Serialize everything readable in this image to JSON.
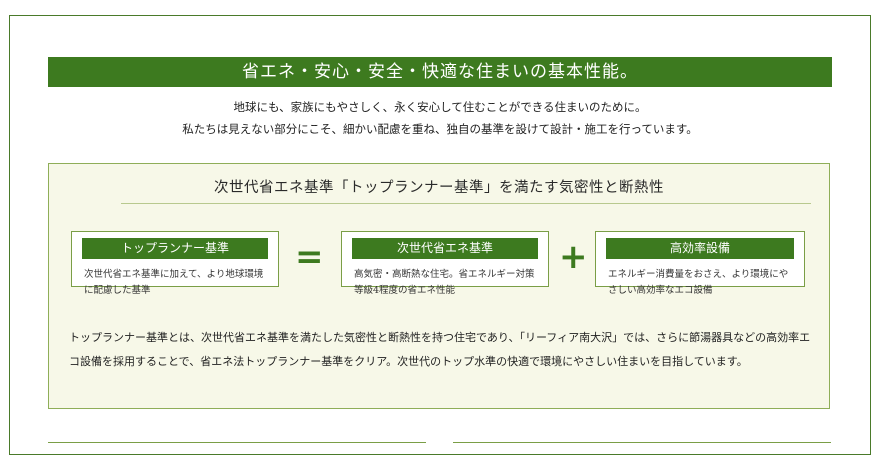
{
  "banner": {
    "title": "省エネ・安心・安全・快適な住まいの基本性能。"
  },
  "intro": {
    "line1": "地球にも、家族にもやさしく、永く安心して住むことができる住まいのために。",
    "line2": "私たちは見えない部分にこそ、細かい配慮を重ね、独自の基準を設けて設計・施工を行っています。"
  },
  "panel": {
    "title": "次世代省エネ基準「トップランナー基準」を満たす気密性と断熱性",
    "equals": "=",
    "plus": "+",
    "boxes": [
      {
        "heading": "トップランナー基準",
        "text": "次世代省エネ基準に加えて、より地球環境に配慮した基準"
      },
      {
        "heading": "次世代省エネ基準",
        "text": "高気密・高断熱な住宅。省エネルギー対策等級4程度の省エネ性能"
      },
      {
        "heading": "高効率設備",
        "text": "エネルギー消費量をおさえ、より環境にやさしい高効率なエコ設備"
      }
    ],
    "summary": "トップランナー基準とは、次世代省エネ基準を満たした気密性と断熱性を持つ住宅であり、「リーフィア南大沢」では、さらに節湯器具などの高効率エコ設備を採用することで、省エネ法トップランナー基準をクリア。次世代のトップ水準の快適で環境にやさしい住まいを目指しています。"
  },
  "colors": {
    "accent": "#3d7a1f",
    "panel_bg": "#f7f8e8",
    "border": "#7a9e46"
  }
}
